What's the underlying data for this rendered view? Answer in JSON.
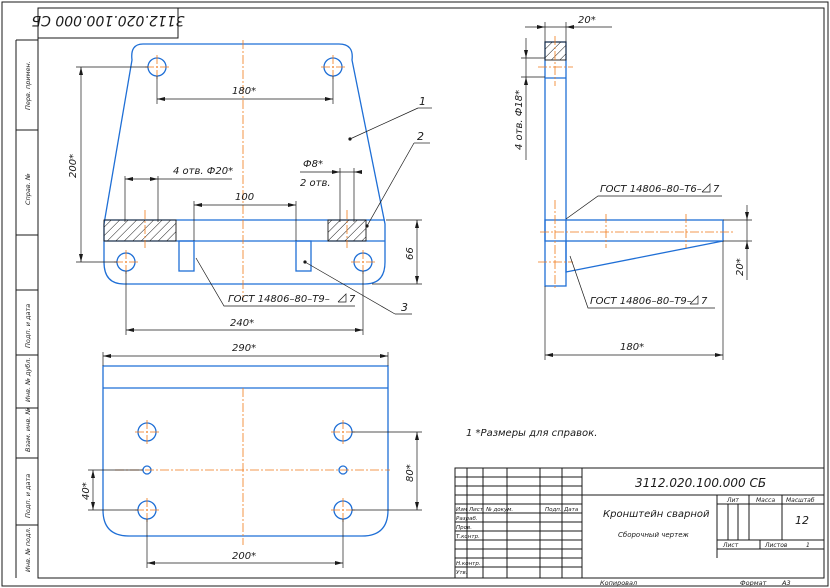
{
  "drawing_number": "3112.020.100.000 СБ",
  "corner_stamp": "3112.020.100.000 СБ",
  "margin_column": {
    "labels": [
      "Перв. примен.",
      "Справ. №",
      "Подп. и дата",
      "Инв. № дубл.",
      "Взам. инв. №",
      "Подп. и дата",
      "Инв. № подл."
    ]
  },
  "front_view": {
    "dim_180": "180*",
    "dim_200": "200*",
    "dim_100": "100",
    "dim_66": "66",
    "dim_240": "240*",
    "holes_note": "4 отв. Ф20*",
    "pins_dia": "Ф8*",
    "pins_count": "2 отв.",
    "weld_note": "ГОСТ 14806–80–Т9–",
    "weld_symbol": "7",
    "leader_1": "1",
    "leader_2": "2",
    "leader_3": "3"
  },
  "side_view": {
    "dim_20_top": "20*",
    "holes_note": "4 отв. Ф18*",
    "weld_note_top": "ГОСТ 14806–80–Т6–",
    "weld_symbol_top": "7",
    "weld_note_bottom": "ГОСТ 14806–80–Т9–",
    "weld_symbol_bottom": "7",
    "dim_20_right": "20*",
    "dim_180": "180*"
  },
  "plan_view": {
    "dim_290": "290*",
    "dim_200": "200*",
    "dim_80": "80*",
    "dim_40": "40*"
  },
  "tech_note": "1 *Размеры для справок.",
  "title_block": {
    "designation": "3112.020.100.000 СБ",
    "name": "Кронштейн сварной",
    "doc_type": "Сборочный чертеж",
    "header_cols": [
      "Изм",
      "Лист",
      "№ докум.",
      "Подп.",
      "Дата"
    ],
    "roles": [
      "Разраб.",
      "Пров.",
      "Т.контр.",
      "",
      "Н.контр.",
      "Утв."
    ],
    "lit_label": "Лит",
    "mass_label": "Масса",
    "scale_label": "Масштаб",
    "scale_value": "12",
    "sheet_label": "Лист",
    "sheets_label": "Листов",
    "sheets_value": "1",
    "copied_label": "Копировал",
    "format_label": "Формат",
    "format_value": "А3"
  }
}
